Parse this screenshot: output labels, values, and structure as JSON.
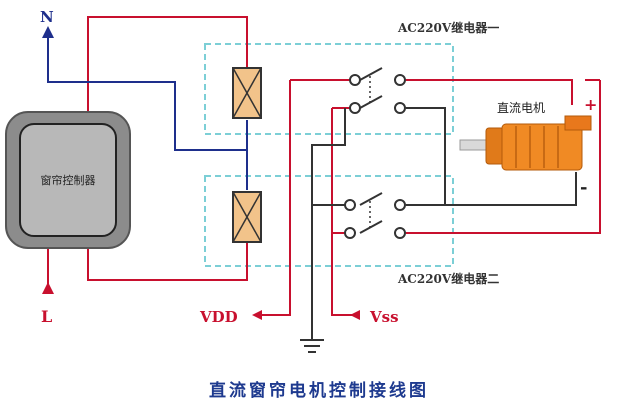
{
  "labels": {
    "neutral": "N",
    "live": "L",
    "controller": "窗帘控制器",
    "relay1": "AC220V继电器一",
    "relay2": "AC220V继电器二",
    "motor": "直流电机",
    "vdd": "VDD",
    "vss": "Vss",
    "plus": "+",
    "minus": "-",
    "caption": "直流窗帘电机控制接线图"
  },
  "colors": {
    "red_wire": "#c8102e",
    "blue_wire": "#1e2f8c",
    "relay_box": "#7ccfd6",
    "coil": "#f2c38a",
    "motor": "#f08a24",
    "controller": "#9a9a9a"
  },
  "icons": {
    "controller": "curtain-controller-icon",
    "motor": "dc-motor-icon",
    "ground": "ground-icon"
  }
}
